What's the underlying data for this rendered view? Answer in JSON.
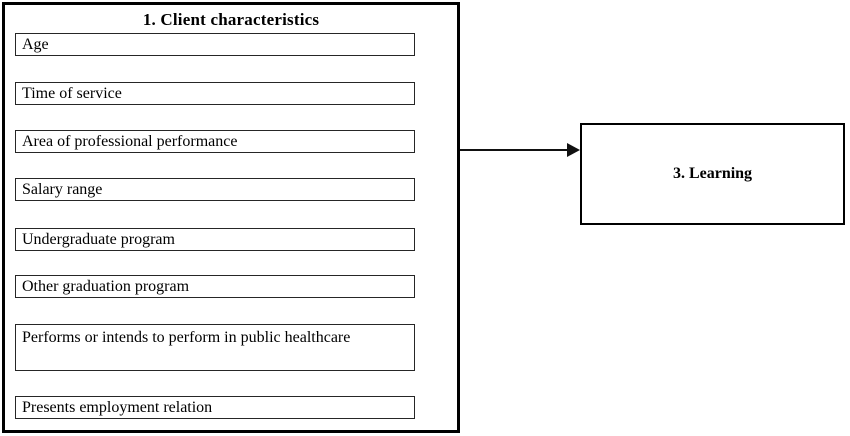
{
  "client_box": {
    "title": "1. Client characteristics",
    "items": [
      "Age",
      "Time of service",
      "Area of professional performance",
      "Salary range",
      "Undergraduate program",
      "Other graduation program",
      "Performs or intends to perform in public healthcare",
      "Presents employment relation"
    ]
  },
  "learning_box": {
    "title": "3. Learning"
  },
  "connector": {
    "type": "arrow",
    "direction": "right",
    "from": "client-characteristics-box",
    "to": "learning-box"
  },
  "colors": {
    "outer_border": "#000000",
    "item_border": "#262626",
    "arrow": "#111111",
    "background": "#ffffff",
    "text": "#000000"
  }
}
